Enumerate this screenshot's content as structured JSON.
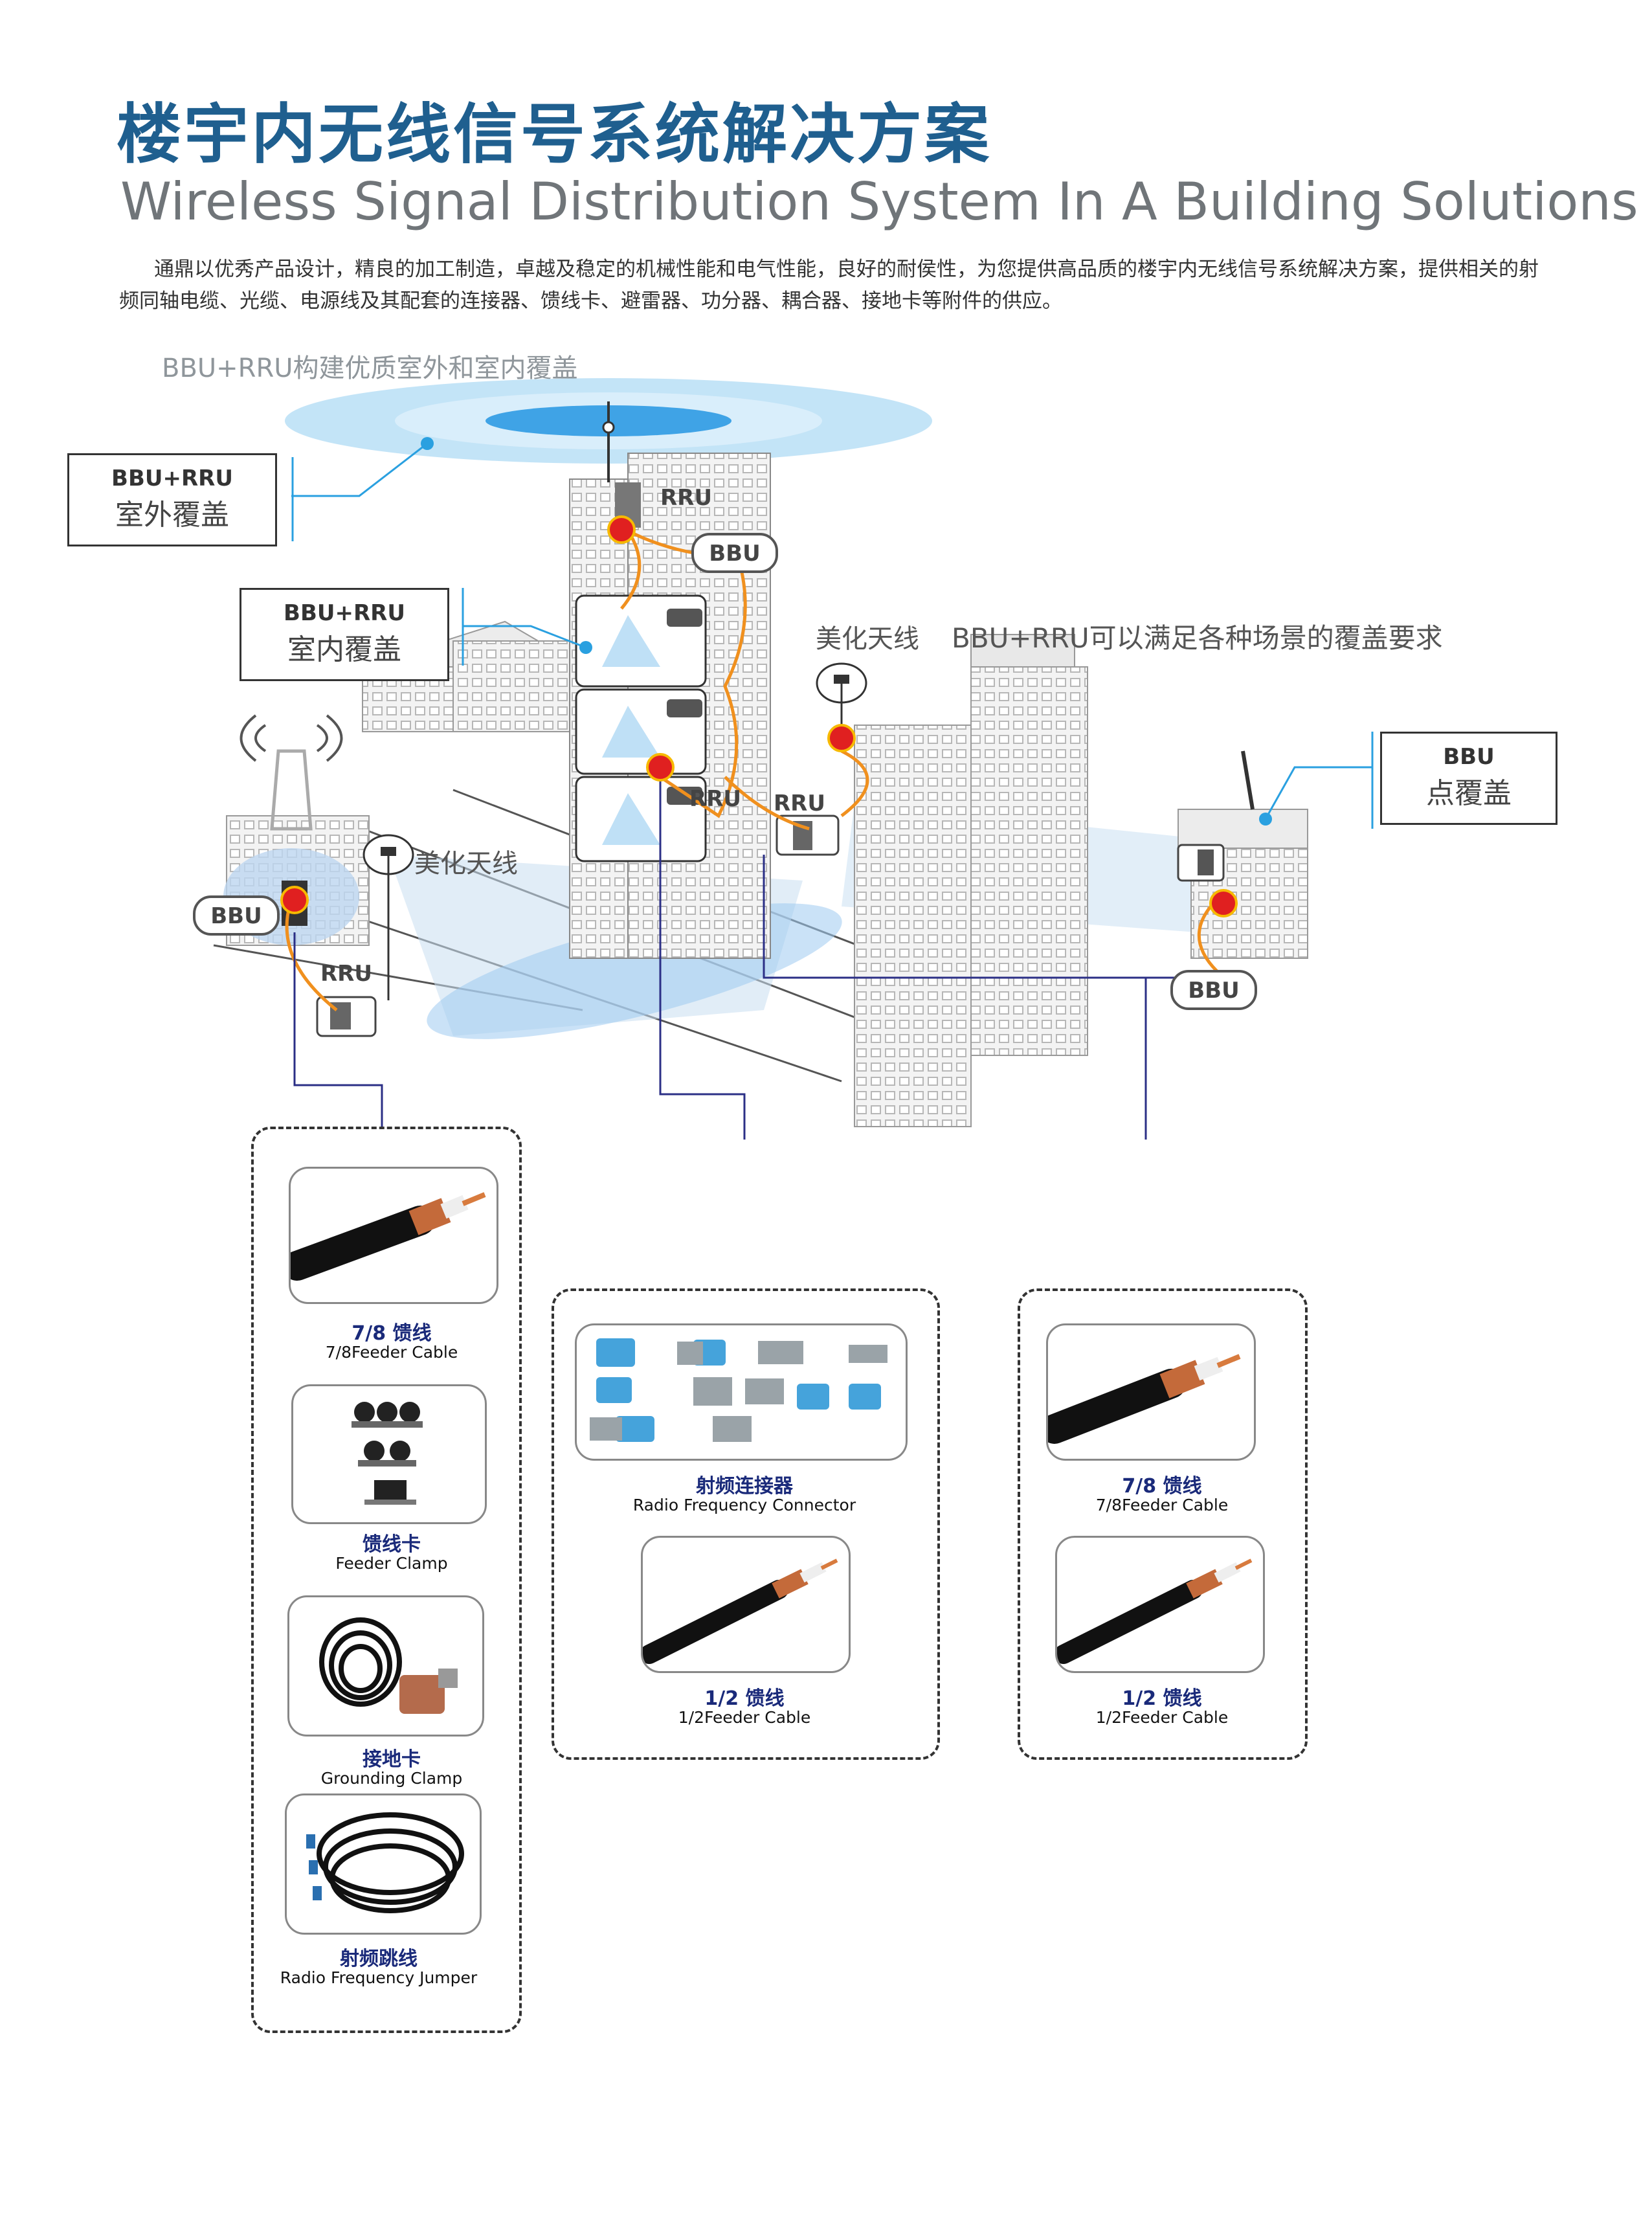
{
  "header": {
    "title_cn": "楼宇内无线信号系统解决方案",
    "title_en": "Wireless Signal Distribution System In A Building Solutions",
    "intro": "通鼎以优秀产品设计，精良的加工制造，卓越及稳定的机械性能和电气性能，良好的耐侯性，为您提供高品质的楼宇内无线信号系统解决方案，提供相关的射频同轴电缆、光缆、电源线及其配套的连接器、馈线卡、避雷器、功分器、耦合器、接地卡等附件的供应。"
  },
  "scene": {
    "caption": "BBU+RRU构建优质室外和室内覆盖",
    "callout_outdoor": {
      "line1": "BBU+RRU",
      "line2": "室外覆盖"
    },
    "callout_indoor": {
      "line1": "BBU+RRU",
      "line2": "室内覆盖"
    },
    "callout_point": {
      "line1": "BBU",
      "line2": "点覆盖"
    },
    "beautified_antenna": "美化天线",
    "scenarios_note": "BBU+RRU可以满足各种场景的覆盖要求",
    "tag_rru": "RRU",
    "tag_bbu": "BBU"
  },
  "products": {
    "left": [
      {
        "cn": "7/8 馈线",
        "en": "7/8Feeder Cable",
        "icon": "feeder-cable"
      },
      {
        "cn": "馈线卡",
        "en": "Feeder Clamp",
        "icon": "feeder-clamp"
      },
      {
        "cn": "接地卡",
        "en": "Grounding Clamp",
        "icon": "grounding-clamp"
      },
      {
        "cn": "射频跳线",
        "en": "Radio Frequency Jumper",
        "icon": "rf-jumper"
      }
    ],
    "middle": [
      {
        "cn": "射频连接器",
        "en": "Radio Frequency Connector",
        "icon": "rf-connector"
      },
      {
        "cn": "1/2 馈线",
        "en": "1/2Feeder Cable",
        "icon": "feeder-cable"
      }
    ],
    "right": [
      {
        "cn": "7/8 馈线",
        "en": "7/8Feeder Cable",
        "icon": "feeder-cable"
      },
      {
        "cn": "1/2 馈线",
        "en": "1/2Feeder Cable",
        "icon": "feeder-cable"
      }
    ]
  },
  "colors": {
    "title": "#1f5f8f",
    "signal_node": "#e02020",
    "fiber": "#f0901e",
    "link": "#2b2f86",
    "coverage": "#7fc6ef"
  }
}
